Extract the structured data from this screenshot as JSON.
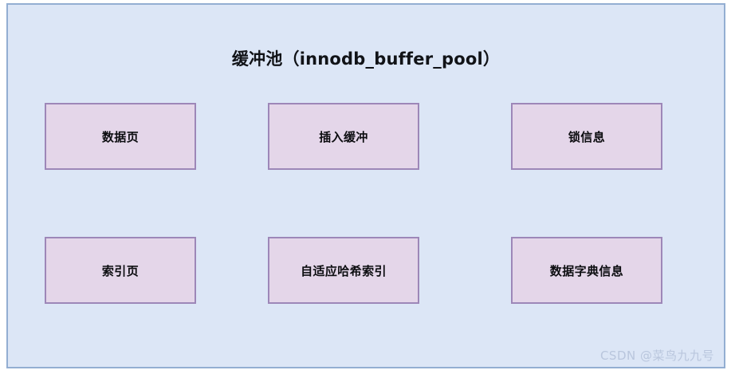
{
  "diagram": {
    "title": "缓冲池（innodb_buffer_pool）",
    "frame_bg": "#dce6f6",
    "frame_border": "#93aed2",
    "box_bg": "#e4d6e9",
    "box_border": "#9d87b8",
    "boxes": [
      {
        "id": "data-page",
        "label": "数据页",
        "row": 0,
        "col": 0
      },
      {
        "id": "insert-buffer",
        "label": "插入缓冲",
        "row": 0,
        "col": 1
      },
      {
        "id": "lock-info",
        "label": "锁信息",
        "row": 0,
        "col": 2
      },
      {
        "id": "index-page",
        "label": "索引页",
        "row": 1,
        "col": 0
      },
      {
        "id": "adaptive-hash",
        "label": "自适应哈希索引",
        "row": 1,
        "col": 1
      },
      {
        "id": "data-dictionary",
        "label": "数据字典信息",
        "row": 1,
        "col": 2
      }
    ]
  },
  "watermark": {
    "text": "CSDN @菜鸟九九号"
  }
}
